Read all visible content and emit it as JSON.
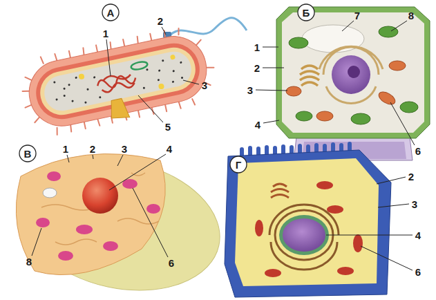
{
  "diagram": {
    "nodes": [
      {
        "text": [
          "А"
        ]
      },
      {
        "text": [
          "Б"
        ]
      },
      {
        "text": [
          "В"
        ]
      },
      {
        "text": [
          "Г"
        ]
      }
    ],
    "labels": [
      "1",
      "2",
      "3",
      "5",
      "7",
      "8",
      "1",
      "2",
      "3",
      "4",
      "6",
      "1",
      "2",
      "3",
      "4",
      "8",
      "6",
      "2",
      "3",
      "4",
      "6"
    ]
  }
}
